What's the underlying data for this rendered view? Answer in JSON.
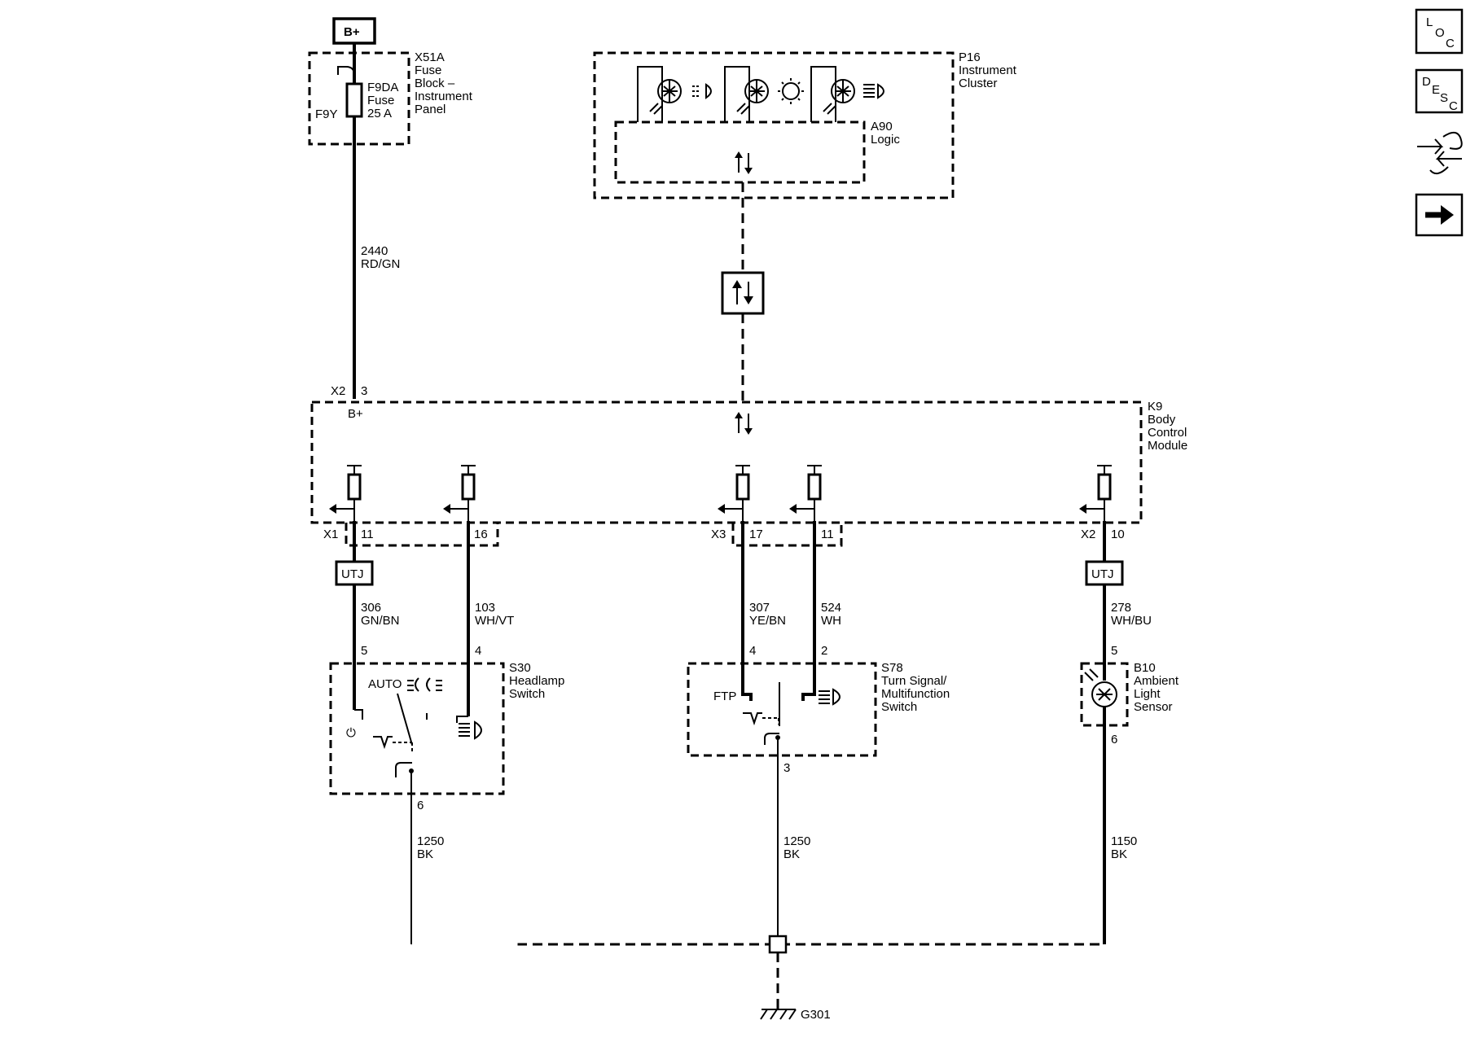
{
  "toolbar": {
    "loc_button": {
      "top": "L",
      "mid": "O",
      "bottom": "C"
    },
    "desc_button": {
      "top": "D",
      "mid": "E",
      "low": "S",
      "bottom": "C"
    }
  },
  "power": {
    "label": "B+"
  },
  "fuse_block": {
    "ref": "X51A",
    "name_lines": [
      "Fuse",
      "Block –",
      "Instrument",
      "Panel"
    ],
    "fuse_ref": "F9DA",
    "fuse_word": "Fuse",
    "fuse_rating": "25 A",
    "fuse_terminal": "F9Y"
  },
  "cluster": {
    "ref": "P16",
    "name_lines": [
      "Instrument",
      "Cluster"
    ],
    "logic_ref": "A90",
    "logic_name": "Logic"
  },
  "bcm": {
    "ref": "K9",
    "name_lines": [
      "Body",
      "Control",
      "Module"
    ],
    "power_pin": "B+"
  },
  "wires": {
    "feed": {
      "circuit": "2440",
      "color": "RD/GN",
      "connector": "X2",
      "pin": "3"
    },
    "headlamp_auto": {
      "circuit": "306",
      "color": "GN/BN",
      "connector": "X1",
      "bcm_pin": "11",
      "switch_pin": "5",
      "utj": "UTJ"
    },
    "headlamp_on": {
      "circuit": "103",
      "color": "WH/VT",
      "bcm_pin": "16",
      "switch_pin": "4"
    },
    "ftp": {
      "circuit": "307",
      "color": "YE/BN",
      "connector": "X3",
      "bcm_pin": "17",
      "switch_pin": "4"
    },
    "high_beam": {
      "circuit": "524",
      "color": "WH",
      "bcm_pin": "11",
      "switch_pin": "2"
    },
    "ambient": {
      "circuit": "278",
      "color": "WH/BU",
      "connector": "X2",
      "bcm_pin": "10",
      "sensor_pin": "5",
      "utj": "UTJ"
    }
  },
  "headlamp_switch": {
    "ref": "S30",
    "name_lines": [
      "Headlamp",
      "Switch"
    ],
    "auto_label": "AUTO",
    "ground_pin": "6"
  },
  "turn_switch": {
    "ref": "S78",
    "name_lines": [
      "Turn Signal/",
      "Multifunction",
      "Switch"
    ],
    "ftp_label": "FTP",
    "ground_pin": "3"
  },
  "ambient_sensor": {
    "ref": "B10",
    "name_lines": [
      "Ambient",
      "Light",
      "Sensor"
    ],
    "ground_pin": "6"
  },
  "grounds": {
    "headlamp": {
      "circuit": "1250",
      "color": "BK"
    },
    "turn": {
      "circuit": "1250",
      "color": "BK"
    },
    "ambient": {
      "circuit": "1150",
      "color": "BK"
    },
    "ground_ref": "G301"
  }
}
